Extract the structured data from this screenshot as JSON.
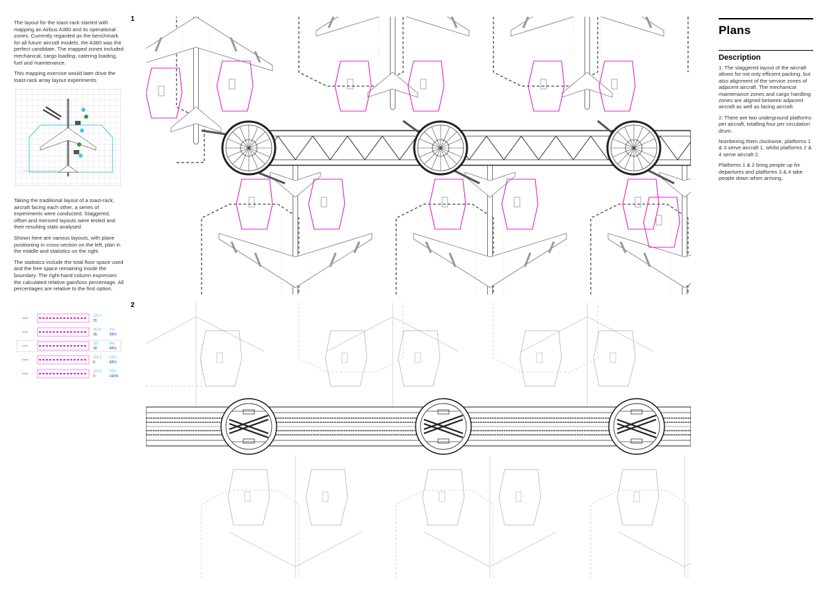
{
  "left": {
    "intro": [
      "The layout for the toast-rack started with mapping an Airbus A380 and its operational zones. Currently regarded as the benchmark for all future aircraft models, the A380 was the perfect candidate. The mapped zones included mechanical, cargo loading, catering loading, fuel and maintenance.",
      "This mapping exercise would later drive the toast-rack array layout experiments."
    ],
    "experiments": [
      "Taking the traditional layout of a toast-rack, aircraft facing each other, a series of experiments were conducted. Staggered, offset and mirrored layouts were tested and their resulting stats analysed.",
      "Shown here are various layouts, with plane positioning in cross-section on the left, plan in the middle and statistics on the right.",
      "The statistics include the total floor space used and the free space remaining inside the boundary. The right-hand column expresses the calculated relative gain/loss percentage. All percentages are relative to the first option."
    ],
    "stats_rows": [
      {
        "area": "120.1",
        "free": "55",
        "gain_area": "",
        "gain_free": ""
      },
      {
        "area": "111.6",
        "free": "35",
        "gain_area": "-7%",
        "gain_free": "-36%"
      },
      {
        "area": "107",
        "free": "30",
        "gain_area": "-9%",
        "gain_free": "-45%"
      },
      {
        "area": "105.4",
        "free": "8",
        "gain_area": "-23%",
        "gain_free": "-85%"
      },
      {
        "area": "115.5",
        "free": "0",
        "gain_area": "-15%",
        "gain_free": "-100%"
      }
    ]
  },
  "plans": {
    "plan1_number": "1",
    "plan2_number": "2"
  },
  "right": {
    "title": "Plans",
    "subtitle": "Description",
    "paragraphs": [
      "1. The staggered layout of the aircraft allows for not only efficient packing, but also alignment of the service zones of adjacent aircraft. The mechanical maintenance zones and cargo handling zones are aligned between adjacent aircraft as well as facing aircraft.",
      "2. There are two underground platforms per aircraft, totalling four per circulation drum.",
      "Numbering them clockwise, platforms 1 & 3 serve aircraft 1, whilst platforms 2 & 4 serve aircraft 2.",
      "Platforms 1 & 2 bring people up for departures and platforms 3 & 4 take people down when arriving."
    ]
  },
  "colors": {
    "service_zone": "#e020d0",
    "stat_primary": "#4ac7e0",
    "stat_secondary": "#2a32b0",
    "linework": "#555555"
  }
}
